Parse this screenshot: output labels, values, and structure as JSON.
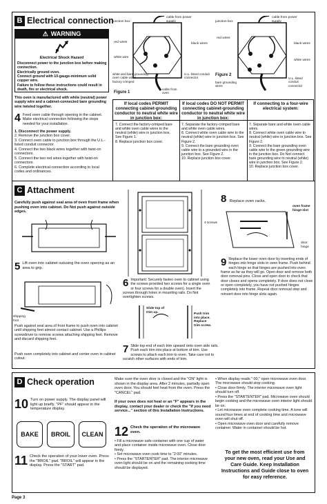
{
  "electrical": {
    "letter": "B",
    "title": "Electrical connection",
    "warning_label": "WARNING",
    "hazard_title": "Electrical Shock Hazard",
    "hazard_lines": [
      "Disconnect power to the junction box before making connection.",
      "Electrically ground oven.",
      "Connect ground with 10-gauge-minimum solid copper wire.",
      "Failure to follow these instructions could result in death, fire or electrical shock."
    ],
    "manufactured_note": "This oven is manufactured with white (neutral) power supply wire and a cabinet-connected bare grounding wire twisted together.",
    "step4_num": "4",
    "step4_text": "Feed oven cable through opening in the cabinet. Make electrical connection following the steps needed for your installation.",
    "steps": [
      "1. Disconnect the power supply.",
      "2. Remove the junction box cover.",
      "3. Connect oven cable to junction box through the U.L.-listed conduit connector.",
      "4. Connect the two black wires together with twist-on connectors.",
      "5. Connect the two red wires together with twist-on connectors.",
      "6. Complete electrical connection according to local codes and ordinances."
    ],
    "fig1": {
      "caption": "Figure 1",
      "labels": [
        "junction box",
        "cable from power supply",
        "black wires",
        "red wires",
        "white wire",
        "white and bare grounding oven cable wires – factory crimped",
        "U.L.-listed conduit connector",
        "cable from oven"
      ]
    },
    "fig2": {
      "caption": "Figure 2",
      "labels": [
        "junction box",
        "cable from power supply",
        "red wires",
        "black wires",
        "white wires",
        "bare grounding wires",
        "U.L.-listed conduit connector"
      ]
    },
    "col1_head": "If local codes PERMIT connecting cabinet-grounding conductor to neutral white wire in junction box:",
    "col1_items": [
      "7. Connect the factory-crimped bare and white oven cable wires to the neutral (white) wire in junction box. See Figure 1.",
      "8. Replace junction box cover."
    ],
    "col2_head": "If local codes DO NOT PERMIT connecting cabinet-grounding conductor to neutral white wire in junction box:",
    "col2_items": [
      "7. Separate the factory-crimped bare and white oven cable wires.",
      "8. Connect white oven cable wire to the neutral (white) wire in junction box. See Figure 2.",
      "9. Connect the bare grounding oven cable wire to a grounded wire in the junction box. See Figure 2.",
      "10. Replace junction box cover."
    ],
    "col3_head": "If connecting to a four-wire electrical system:",
    "col3_items": [
      "7. Separate bare and white oven cable wires.",
      "8. Connect white oven cable wire to neutral (white) wire in junction box. See Figure 2.",
      "9. Connect the bare grounding oven cable wire to the green grounding wire in the junction box. Do Not connect bare grounding wire to neutral (white) wire in junction box. See Figure 2.",
      "10. Replace junction box cover."
    ]
  },
  "attachment": {
    "letter": "C",
    "title": "Attachment",
    "intro": "Carefully push against seal area of oven front frame when pushing oven into cabinet. Do Not push against outside edges.",
    "step5_num": "5",
    "step5_text": "Lift oven into cabinet outusing the oven opening as an area to grip.",
    "shipping_label": "shipping foot",
    "push_text": "Push against seal area of front frame to push oven into cabinet until shipping feet almost contact cabinet. Use a Phillips screwdriver to remove screws attaching shipping feet. Remove and discard shipping feet.",
    "push_text2": "Push oven completely into cabinet and center oven in cabinet cutout.",
    "screws_label": "4 screws",
    "step6_num": "6",
    "step6_text": "Important: Securely fasten oven to cabinet using the screws provided two screws for a single oven or four screws for a double oven). Insert the screws through holes in mounting rails. Do Not overtighten screws.",
    "slide_label": "Slide top of trim up.",
    "pushtrim_label": "Push trim into place. Replace trim screw.",
    "step7_num": "7",
    "step7_text": "Slide top end of each trim upward onto oven side rails. Push each trim into place at bottom of trim. Use screws to attach each trim to oven. Take care not to scratch other surfaces with ends of trim.",
    "step8_num": "8",
    "step8_text": "Replace oven racks.",
    "hinge_slot_label": "oven frame hinge-slot",
    "door_hinge_label": "door hinge",
    "step9_num": "9",
    "step9_text": "Replace the lower oven door by inserting ends of hinges into hinge slots in oven frame. Push behind each hinge so that hinges are pushed into oven frame as far as they will go. Open door and remove both door removal pins. Close and open door to check that door closes and opens completely. If door does not close or open completely, you have not pushed hinges completely into frame. Repeat door removal step and reinsert door into hinge slots again."
  },
  "check": {
    "letter": "D",
    "title": "Check operation",
    "step10_num": "10",
    "step10_text": "Turn on power supply. The display panel will light up briefly. \"PF\" should appear in the temperature display.",
    "buttons": [
      "BAKE",
      "BROIL",
      "CLEAN"
    ],
    "step11_num": "11",
    "step11_text": "Check the operation of your lower oven. Press the \"BROIL\" pad. \"BROIL\" will appear in the display. Press the \"START\" pad.",
    "mid_text": "Make sure the oven door is closed and the \"ON\" light is shown in the display area. After 2 minutes, partially open oven door. You should feel heat from the oven. Press the \"CANCEL\" pad.",
    "mid_bold": "If your oven does not heat or an \"F\" appears in the display, contact your dealer or check the \"If you need service...\" section of this Installation Instructions.",
    "step12_num": "12",
    "step12_title": "Check the operation of the microwave oven.",
    "bullets12": [
      "Fill a microwave safe container with one cup of water and place container inside microwave oven. Close door firmly.",
      "Set microwave oven cook time to \"2:00\" minutes.",
      "Press the \"STARTENTER\" pad. The interior microwave oven light should be on and the remaining cooking time should be displayed."
    ],
    "right_bullets": [
      "When display reads \":00,\" open microwave oven door. The microwave should stop cooking.",
      "Close door firmly. The interior microwave oven light should turn off.",
      "Press the \"STARTENTER\" pad. Microwave oven should begin cooking and the microwave oven interior light should be on.",
      "Let microwave oven complete cooking time. A tone will sound four times at end of cooking time and microwave oven will shut off.",
      "Open microwave oven door and carefully remove container. Water in container should be hot."
    ],
    "final_note": "To get the most efficient use from your new oven, read your Use and Care Guide. Keep Installation Instructions and Guide close to oven for easy reference."
  },
  "footer": {
    "page": "Page 3"
  }
}
